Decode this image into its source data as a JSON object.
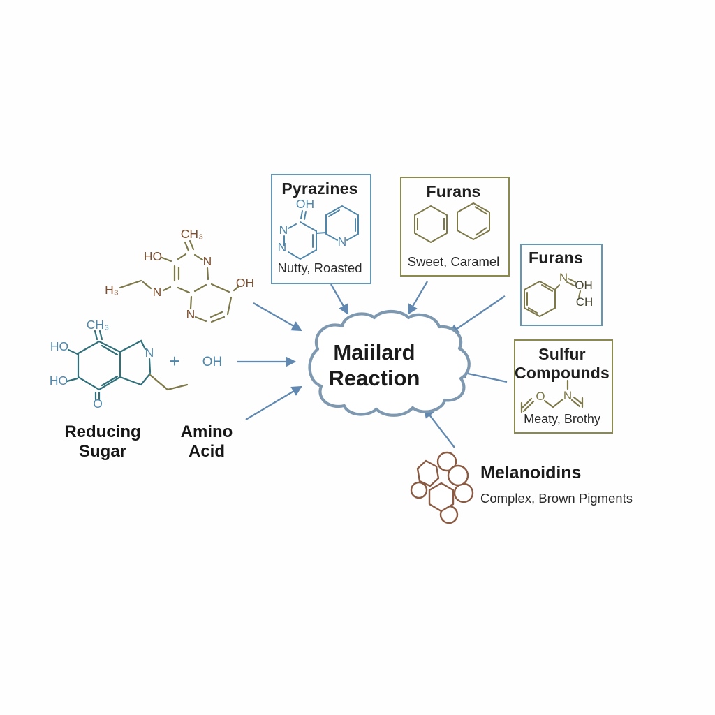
{
  "colors": {
    "blue_border": "#6597b4",
    "olive_border": "#8a8a4f",
    "arrow_blue": "#6088b0",
    "cloud_stroke": "#7e98b0",
    "teal_bond": "#31707a",
    "blue_label": "#4f86aa",
    "olive_bond": "#7d7848",
    "brown_label": "#7d4f30",
    "melanoidin_brown": "#8a5a42",
    "text_dark": "#1f1f1f"
  },
  "cloud": {
    "line1": "Maiilard",
    "line2": "Reaction"
  },
  "reactants": {
    "intermediate": {
      "atoms": {
        "ch3": "CH₃",
        "ho": "HO",
        "n_top": "N",
        "oh": "OH",
        "h3": "H₃",
        "n_left": "N",
        "n_bottom": "N"
      }
    },
    "reducing_sugar": {
      "line1": "Reducing",
      "line2": "Sugar",
      "atoms": {
        "ch3": "CH₃",
        "ho_top": "HO",
        "ho_bottom": "HO",
        "n": "N",
        "o": "O"
      }
    },
    "amino_acid": {
      "line1": "Amino",
      "line2": "Acid",
      "plus": "+",
      "oh": "OH"
    }
  },
  "products": {
    "pyrazines": {
      "title": "Pyrazines",
      "subtitle": "Nutty, Roasted",
      "atoms": {
        "oh": "OH",
        "n1": "N",
        "n2": "N",
        "n3": "N"
      }
    },
    "furans_top": {
      "title": "Furans",
      "subtitle": "Sweet, Caramel"
    },
    "furans_right": {
      "title": "Furans",
      "atoms": {
        "n": "N",
        "oh": "OH",
        "ch": "CH"
      }
    },
    "sulfur_compounds": {
      "title_line1": "Sulfur",
      "title_line2": "Compounds",
      "subtitle": "Meaty, Brothy",
      "atoms": {
        "o": "O",
        "n": "N"
      }
    },
    "melanoidins": {
      "title": "Melanoidins",
      "subtitle": "Complex, Brown Pigments"
    }
  }
}
